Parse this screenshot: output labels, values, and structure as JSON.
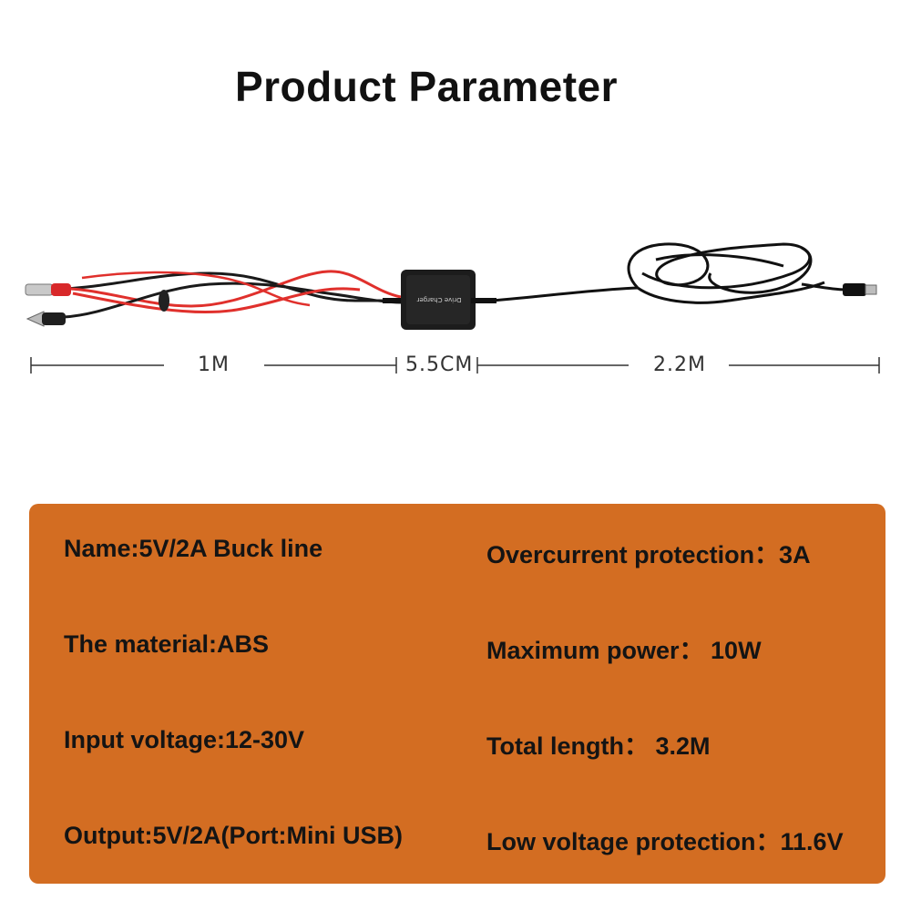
{
  "title": "Product Parameter",
  "dimensions": {
    "left_label": "1M",
    "middle_label": "5.5CM",
    "right_label": "2.2M"
  },
  "module_label": "Drive Charger",
  "specs": {
    "name": "Name:5V/2A Buck line",
    "material": "The material:ABS",
    "input_voltage": "Input voltage:12-30V",
    "output": "Output:5V/2A(Port:Mini USB)",
    "overcurrent": "Overcurrent protection：3A",
    "max_power": "Maximum power： 10W",
    "total_length": "Total length： 3.2M",
    "low_voltage": "Low voltage protection：11.6V"
  },
  "colors": {
    "panel": "#d36d22",
    "red_wire": "#e0302c",
    "black_wire": "#1a1a1a"
  }
}
